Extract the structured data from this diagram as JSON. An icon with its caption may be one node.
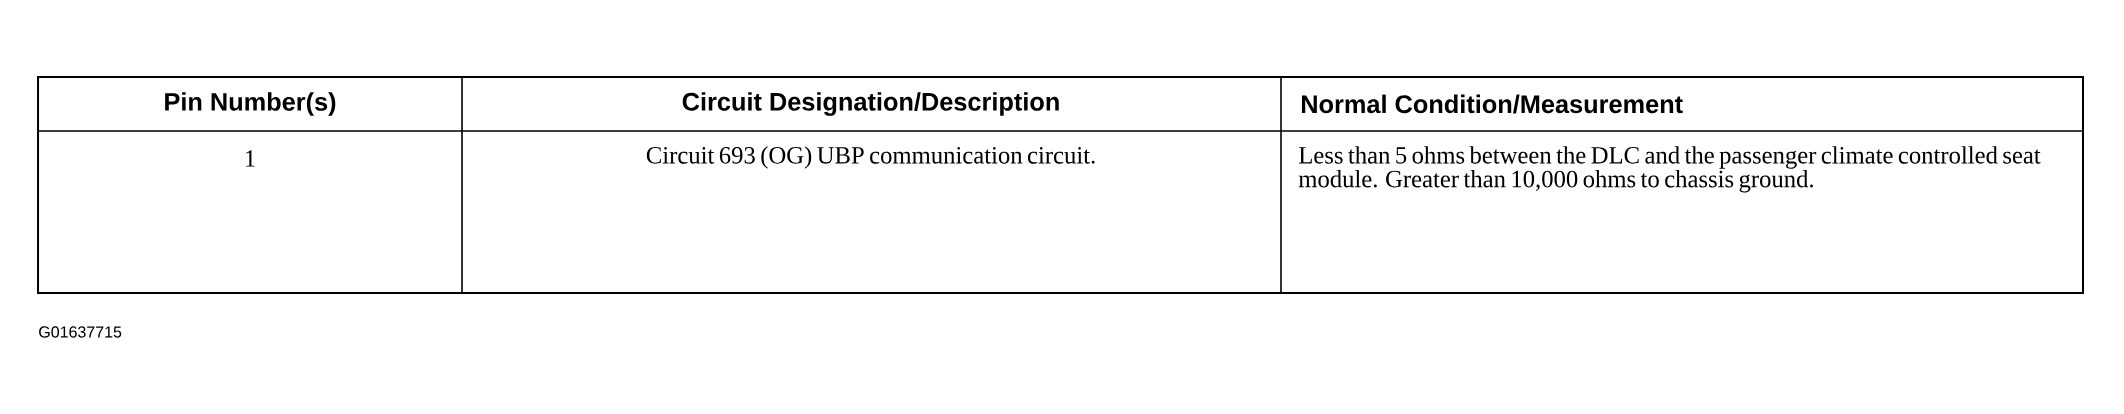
{
  "diagram": {
    "labels": [
      "Pin Number(s)",
      "Circuit Designation/Description",
      "Normal Condition/Measurement",
      "1",
      "Circuit 693 (OG) UBP communication circuit.",
      "Less than 5 ohms between the DLC and the passenger climate controlled seat module. Greater than 10,000 ohms to chassis ground.",
      "G01637715"
    ]
  }
}
